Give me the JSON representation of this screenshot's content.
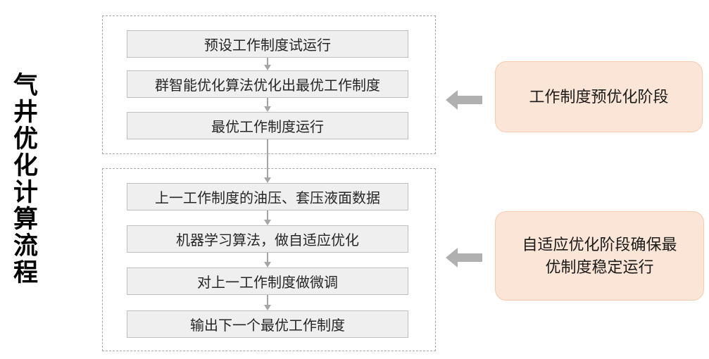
{
  "page_title": "气井优化计算流程",
  "stage1": {
    "steps": [
      "预设工作制度试运行",
      "群智能优化算法优化出最优工作制度",
      "最优工作制度运行"
    ],
    "label": "工作制度预优化阶段"
  },
  "stage2": {
    "steps": [
      "上一工作制度的油压、套压液面数据",
      "机器学习算法，做自适应优化",
      "对上一工作制度做微调",
      "输出下一个最优工作制度"
    ],
    "label_lines": [
      "自适应优化阶段确保最",
      "优制度稳定运行"
    ]
  },
  "colors": {
    "step_fill": "#efefef",
    "step_border": "#bfbfbf",
    "container_border": "#a6a6a6",
    "connector": "#a6a6a6",
    "block_arrow": "#b0b0b0",
    "callout_fill": "#fbe5d6",
    "callout_border": "#f7caac",
    "title_text": "#000000"
  }
}
